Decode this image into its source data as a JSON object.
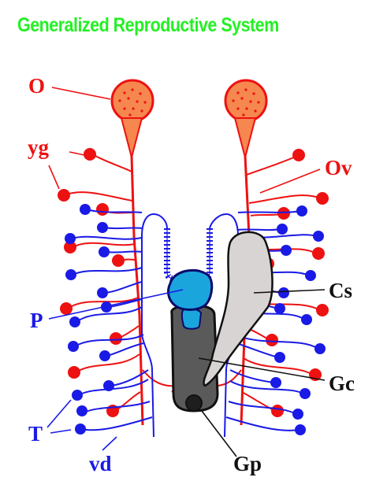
{
  "title": "Generalized Reproductive System",
  "labels": {
    "O": "O",
    "yg": "yg",
    "Ov": "Ov",
    "Cs": "Cs",
    "P": "P",
    "Gc": "Gc",
    "T": "T",
    "vd": "vd",
    "Gp": "Gp"
  },
  "colors": {
    "title": "#23f023",
    "female": "#ee1111",
    "male": "#1a1ae6",
    "ovary_fill": "#f5874f",
    "penis_fill": "#1aa6dd",
    "seminal_fill": "#d9d4d4",
    "genital_cavity_fill": "#5a5a5a"
  }
}
